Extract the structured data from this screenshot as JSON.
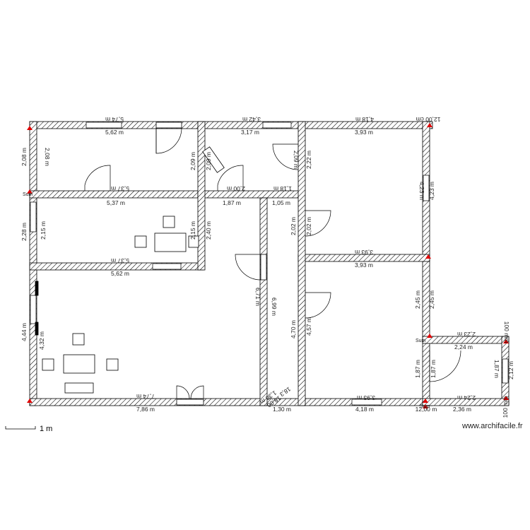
{
  "dimensions": {
    "top_outer_1": "5,74 m",
    "top_inner_1": "5,62 m",
    "top_outer_2": "3,42 m",
    "top_inner_2": "3,17 m",
    "top_outer_3": "4,18 m",
    "top_inner_3": "3,93 m",
    "top_outer_total": "12,00 cm",
    "left_outer_top": "2,08 m",
    "left_inner_top": "2,08 m",
    "room1_door_wall": "2,09 m",
    "room2_left": "2,09 m",
    "room2_door_wall": "2,09 m",
    "room3_left": "2,22 m",
    "room4_right_inner": "4,23 m",
    "room4_right_outer": "4,23 m",
    "row2_top_outer": "5,37 m",
    "row2_top_inner": "5,37 m",
    "row2_mid_outer": "2,00 m",
    "row2_mid_inner": "1,87 m",
    "row2_right_outer": "1,18 m",
    "row2_right_inner": "1,05 m",
    "left_outer_mid": "2,28 m",
    "left_inner_mid": "2,15 m",
    "room5_right_a": "2,15 m",
    "room5_right_b": "2,40 m",
    "hall_upper_a": "2,02 m",
    "hall_upper_b": "2,02 m",
    "room5_bottom_outer": "5,37 m",
    "room5_bottom_inner": "5,62 m",
    "room4_bottom_outer": "3,93 m",
    "room4_bottom_inner": "3,93 m",
    "big_room_right_a": "6,71 m",
    "big_room_right_b": "6,99 m",
    "hall_lower_a": "4,70 m",
    "hall_lower_b": "4,57 m",
    "room6_right_a": "2,45 m",
    "room6_right_b": "2,45 m",
    "left_outer_low": "4,44 m",
    "left_inner_low": "4,32 m",
    "small_top_outer": "2,23 m",
    "small_top_inner": "2,24 m",
    "small_right_top": "100 mm",
    "small_left_a": "1,87 m",
    "small_left_b": "1,87 m",
    "small_right_a": "1,87 m",
    "small_right_b": "2,12 m",
    "small_bottom_outer": "2,24 m",
    "small_bottom_inner": "2,36 m",
    "small_right_bottom": "100 mm",
    "bottom_outer_1": "7,74 m",
    "bottom_inner_1": "7,86 m",
    "bottom_hall_outer": "1,30 m",
    "bottom_hall_inner": "1,30 m",
    "bottom_room6_outer": "3,93 m",
    "bottom_room6_inner": "4,18 m",
    "bottom_total": "12,00 m",
    "diag_a": "18,3",
    "diag_b": "18,00",
    "mini_label_1": "Sum",
    "mini_label_2": "Sum",
    "mini_label_3": "Sum"
  },
  "scale": {
    "label": "1 m"
  },
  "brand": {
    "text": "www.archifacile.fr"
  },
  "colors": {
    "marker": "#e00000",
    "wall_stroke": "#000000",
    "background": "#ffffff"
  }
}
